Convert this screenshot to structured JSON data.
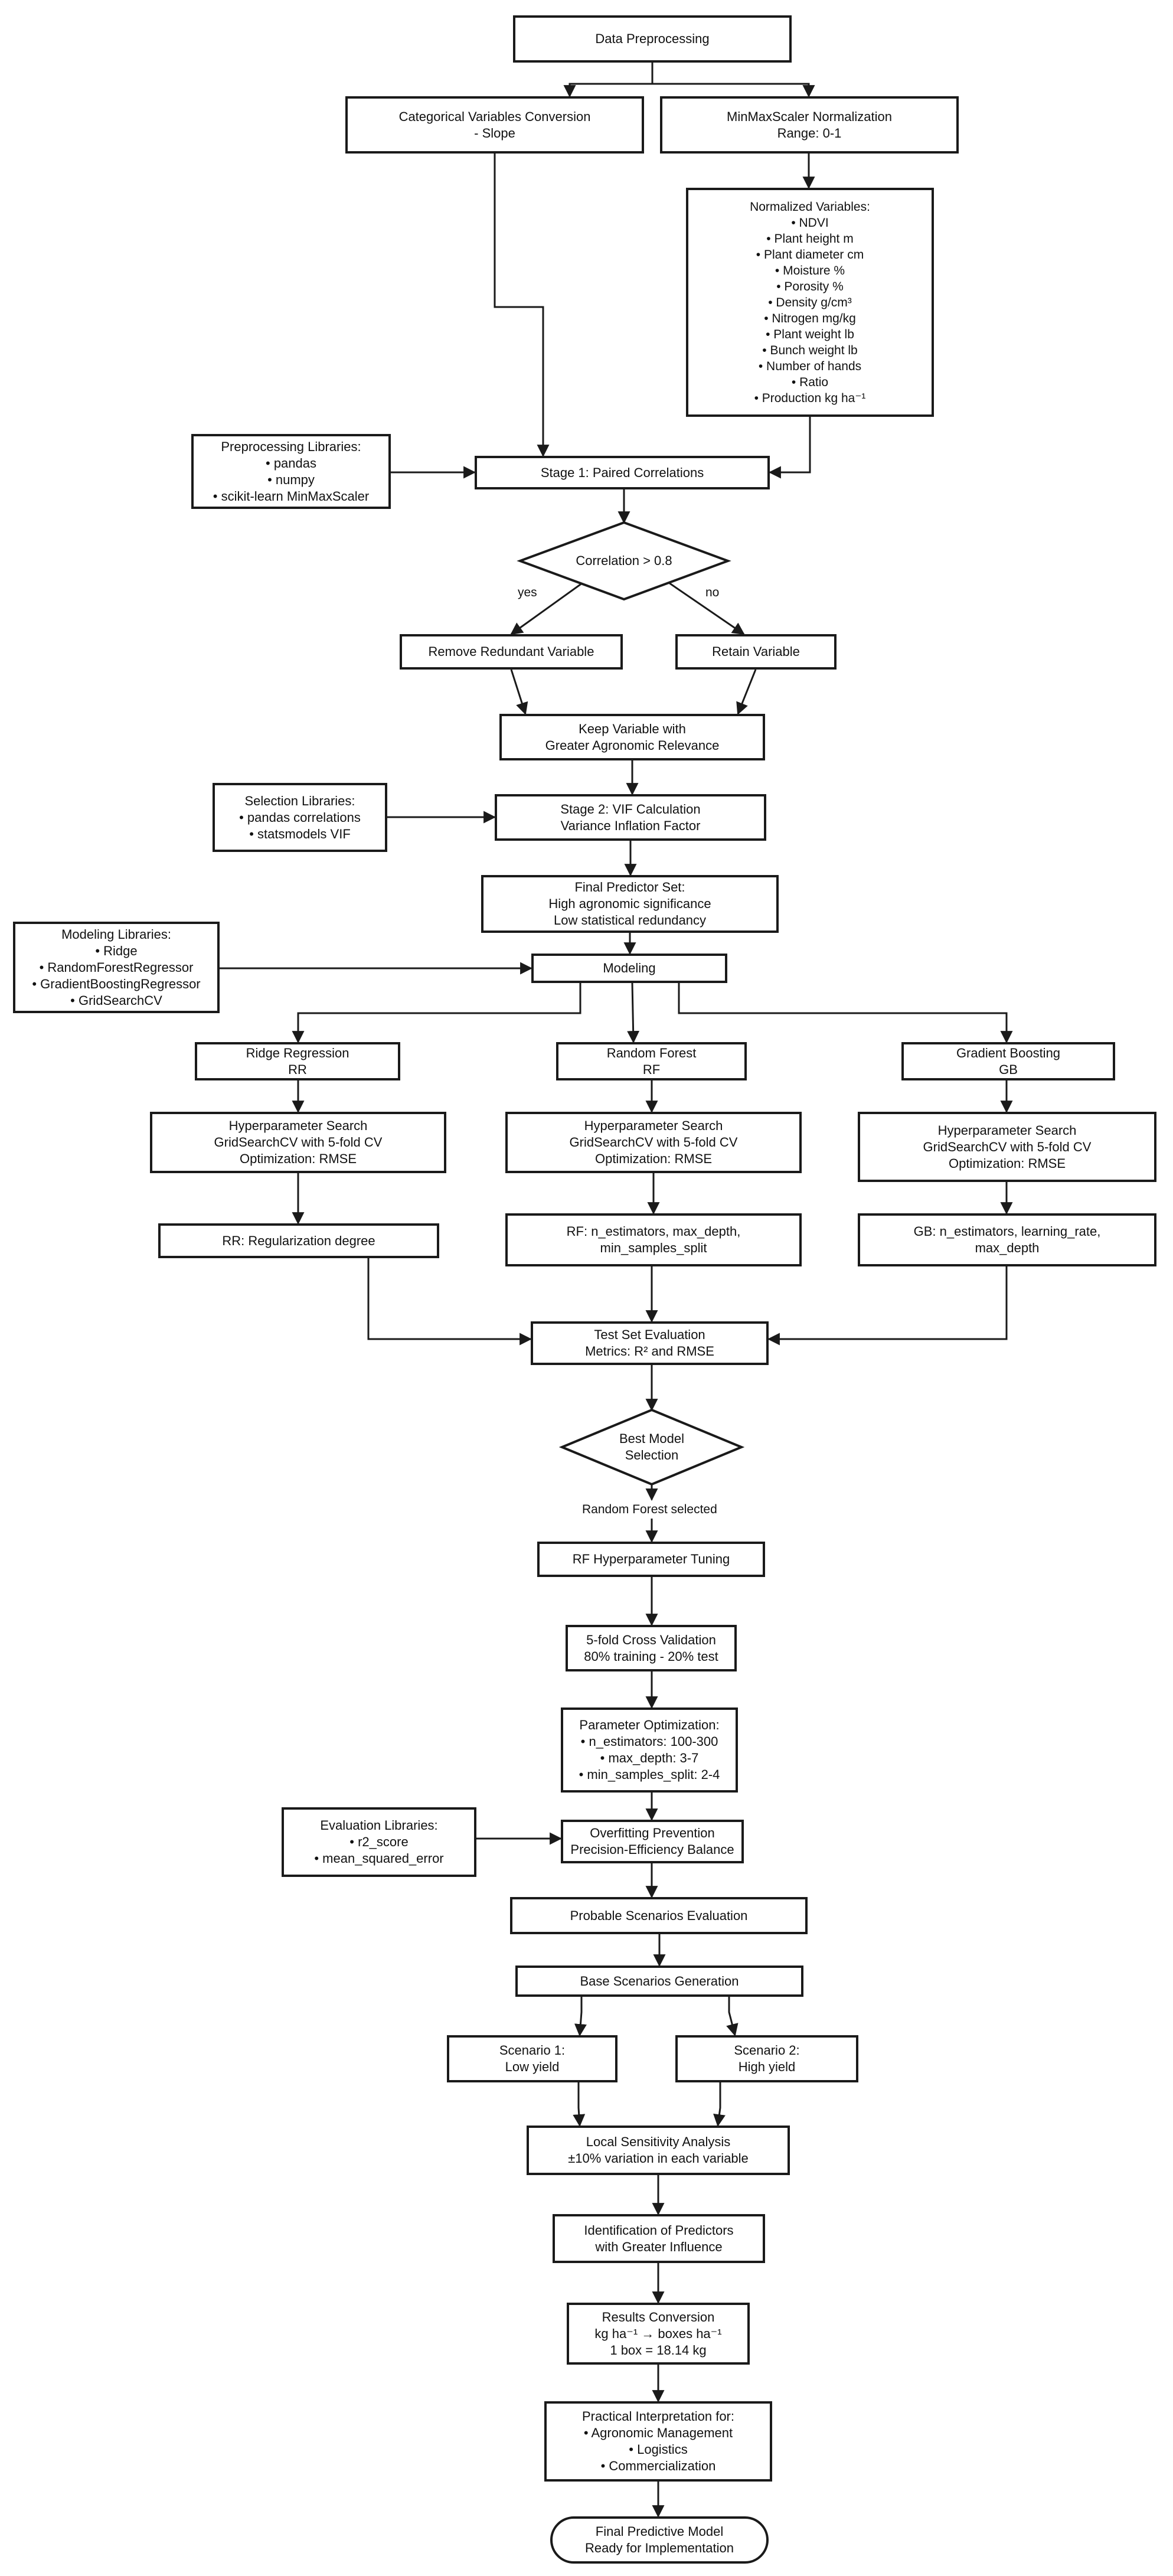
{
  "nodes": {
    "data_preprocessing": [
      "Data Preprocessing"
    ],
    "categorical_conversion": [
      "Categorical Variables Conversion",
      "- Slope"
    ],
    "minmax_normalization": [
      "MinMaxScaler Normalization",
      "Range: 0-1"
    ],
    "normalized_variables": [
      "Normalized Variables:",
      "• NDVI",
      "• Plant height m",
      "• Plant diameter cm",
      "• Moisture %",
      "• Porosity %",
      "• Density g/cm³",
      "• Nitrogen mg/kg",
      "• Plant weight lb",
      "• Bunch weight lb",
      "• Number of hands",
      "• Ratio",
      "• Production kg ha⁻¹"
    ],
    "preprocessing_libraries": [
      "Preprocessing Libraries:",
      "• pandas",
      "• numpy",
      "• scikit-learn MinMaxScaler"
    ],
    "stage1_paired_correlations": [
      "Stage 1: Paired Correlations"
    ],
    "correlation_decision": [
      "Correlation > 0.8"
    ],
    "remove_redundant": [
      "Remove Redundant Variable"
    ],
    "retain_variable": [
      "Retain Variable"
    ],
    "keep_variable": [
      "Keep Variable with",
      "Greater Agronomic Relevance"
    ],
    "selection_libraries": [
      "Selection Libraries:",
      "• pandas correlations",
      "• statsmodels VIF"
    ],
    "stage2_vif": [
      "Stage 2: VIF Calculation",
      "Variance Inflation Factor"
    ],
    "final_predictor_set": [
      "Final Predictor Set:",
      "High agronomic significance",
      "Low statistical redundancy"
    ],
    "modeling_libraries": [
      "Modeling Libraries:",
      "• Ridge",
      "• RandomForestRegressor",
      "• GradientBoostingRegressor",
      "• GridSearchCV"
    ],
    "modeling": [
      "Modeling"
    ],
    "ridge_regression": [
      "Ridge Regression",
      "RR"
    ],
    "random_forest": [
      "Random Forest",
      "RF"
    ],
    "gradient_boosting": [
      "Gradient Boosting",
      "GB"
    ],
    "hp_search_rr": [
      "Hyperparameter Search",
      "GridSearchCV with 5-fold CV",
      "Optimization: RMSE"
    ],
    "hp_search_rf": [
      "Hyperparameter Search",
      "GridSearchCV with 5-fold CV",
      "Optimization: RMSE"
    ],
    "hp_search_gb": [
      "Hyperparameter Search",
      "GridSearchCV with 5-fold CV",
      "Optimization: RMSE"
    ],
    "rr_params": [
      "RR: Regularization degree"
    ],
    "rf_params": [
      "RF: n_estimators, max_depth,",
      "min_samples_split"
    ],
    "gb_params": [
      "GB: n_estimators, learning_rate,",
      "max_depth"
    ],
    "test_set_evaluation": [
      "Test Set Evaluation",
      "Metrics: R² and RMSE"
    ],
    "best_model_selection": [
      "Best Model",
      "Selection"
    ],
    "rf_tuning": [
      "RF Hyperparameter Tuning"
    ],
    "cross_validation": [
      "5-fold Cross Validation",
      "80% training - 20% test"
    ],
    "parameter_optimization": [
      "Parameter Optimization:",
      "• n_estimators: 100-300",
      "• max_depth: 3-7",
      "• min_samples_split: 2-4"
    ],
    "evaluation_libraries": [
      "Evaluation Libraries:",
      "• r2_score",
      "• mean_squared_error"
    ],
    "overfitting_prevention": [
      "Overfitting Prevention",
      "Precision-Efficiency Balance"
    ],
    "probable_scenarios": [
      "Probable Scenarios Evaluation"
    ],
    "base_scenarios": [
      "Base Scenarios Generation"
    ],
    "scenario_low": [
      "Scenario 1:",
      "Low yield"
    ],
    "scenario_high": [
      "Scenario 2:",
      "High yield"
    ],
    "sensitivity_analysis": [
      "Local Sensitivity Analysis",
      "±10% variation in each variable"
    ],
    "predictor_identification": [
      "Identification of Predictors",
      "with Greater Influence"
    ],
    "results_conversion": [
      "Results Conversion",
      "kg ha⁻¹ → boxes ha⁻¹",
      "1 box = 18.14 kg"
    ],
    "practical_interpretation": [
      "Practical Interpretation for:",
      "• Agronomic Management",
      "• Logistics",
      "• Commercialization"
    ],
    "final_model": [
      "Final Predictive Model",
      "Ready for Implementation"
    ]
  },
  "edge_labels": {
    "yes": "yes",
    "no": "no",
    "random_forest_selected": "Random Forest selected"
  }
}
